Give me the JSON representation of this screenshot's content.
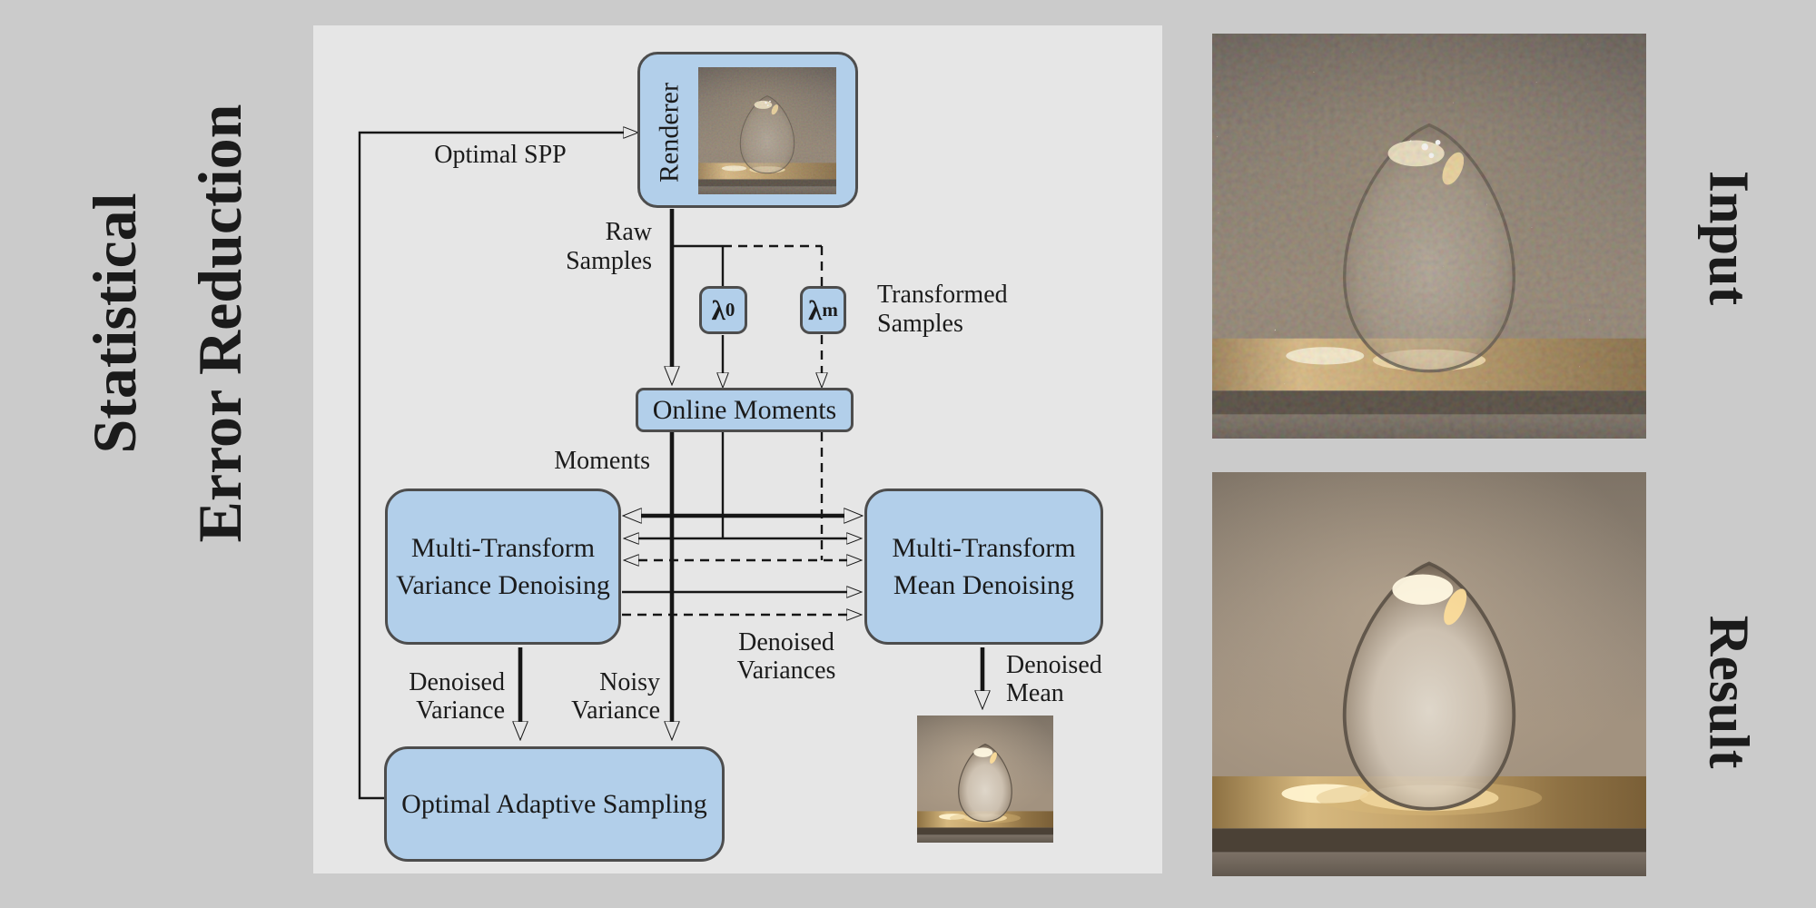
{
  "left_panel": {
    "title_line1": "Statistical",
    "title_line2": "Error Reduction"
  },
  "right_panel": {
    "input_label": "Input",
    "result_label": "Result"
  },
  "flowchart": {
    "renderer": "Renderer",
    "optimal_spp": "Optimal SPP",
    "raw_samples_line1": "Raw",
    "raw_samples_line2": "Samples",
    "lambda0": "λ",
    "lambda0_sub": "0",
    "lambdam": "λ",
    "lambdam_sub": "m",
    "transformed_line1": "Transformed",
    "transformed_line2": "Samples",
    "online_moments": "Online Moments",
    "moments": "Moments",
    "variance_line1": "Multi-Transform",
    "variance_line2": "Variance Denoising",
    "mean_line1": "Multi-Transform",
    "mean_line2": "Mean Denoising",
    "denoised_variances_line1": "Denoised",
    "denoised_variances_line2": "Variances",
    "denoised_variance_line1": "Denoised",
    "denoised_variance_line2": "Variance",
    "noisy_variance_line1": "Noisy",
    "noisy_variance_line2": "Variance",
    "oas": "Optimal Adaptive Sampling",
    "denoised_mean_line1": "Denoised",
    "denoised_mean_line2": "Mean"
  },
  "colors": {
    "page_bg": "#cbcbcb",
    "panel_bg": "#e6e6e6",
    "box_fill": "#b2cfea",
    "box_border": "#4d4d4d",
    "line_color": "#161616",
    "text_color": "#1b1b1b"
  }
}
